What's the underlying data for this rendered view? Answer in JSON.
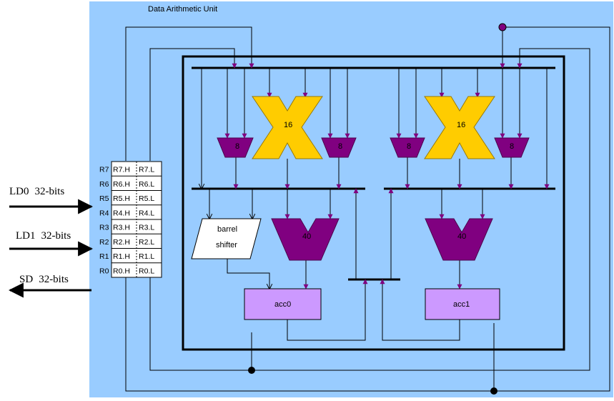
{
  "title": "Data Arithmetic Unit",
  "inputs": [
    {
      "name": "LD0",
      "width": "32-bits"
    },
    {
      "name": "LD1",
      "width": "32-bits"
    }
  ],
  "output": {
    "name": "SD",
    "width": "32-bits"
  },
  "registers": [
    {
      "index": "R7",
      "high": "R7.H",
      "low": "R7.L"
    },
    {
      "index": "R6",
      "high": "R6.H",
      "low": "R6.L"
    },
    {
      "index": "R5",
      "high": "R5.H",
      "low": "R5.L"
    },
    {
      "index": "R4",
      "high": "R4.H",
      "low": "R4.L"
    },
    {
      "index": "R3",
      "high": "R3.H",
      "low": "R3.L"
    },
    {
      "index": "R2",
      "high": "R2.H",
      "low": "R2.L"
    },
    {
      "index": "R1",
      "high": "R1.H",
      "low": "R1.L"
    },
    {
      "index": "R0",
      "high": "R0.H",
      "low": "R0.L"
    }
  ],
  "multipliers": [
    "16",
    "16"
  ],
  "muxes": [
    "8",
    "8",
    "8",
    "8"
  ],
  "adders": [
    "40",
    "40"
  ],
  "shifter": {
    "line1": "barrel",
    "line2": "shifter"
  },
  "accumulators": [
    "acc0",
    "acc1"
  ],
  "colors": {
    "background": "#99ccff",
    "multiplier": "#ffcc00",
    "unit": "#800080",
    "accumulator": "#cc99ff",
    "wire": "#000000"
  }
}
